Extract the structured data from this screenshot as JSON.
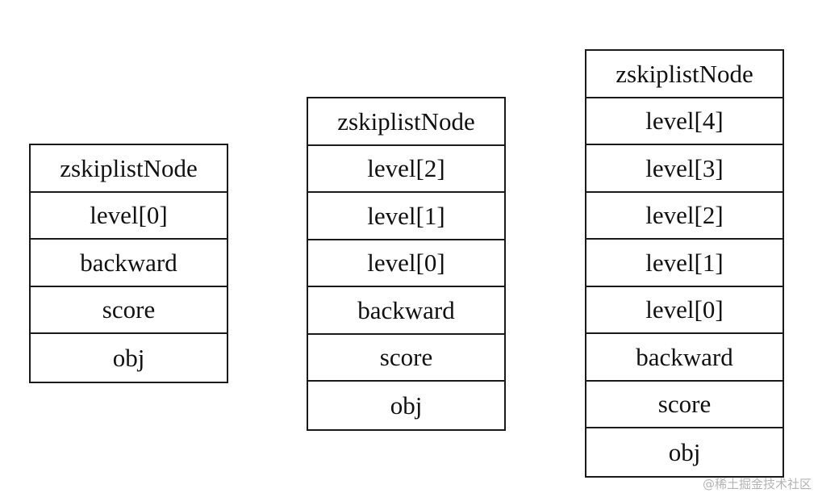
{
  "nodes": [
    {
      "title": "zskiplistNode",
      "fields": [
        "level[0]",
        "backward",
        "score",
        "obj"
      ]
    },
    {
      "title": "zskiplistNode",
      "fields": [
        "level[2]",
        "level[1]",
        "level[0]",
        "backward",
        "score",
        "obj"
      ]
    },
    {
      "title": "zskiplistNode",
      "fields": [
        "level[4]",
        "level[3]",
        "level[2]",
        "level[1]",
        "level[0]",
        "backward",
        "score",
        "obj"
      ]
    }
  ],
  "watermark": "@稀土掘金技术社区"
}
